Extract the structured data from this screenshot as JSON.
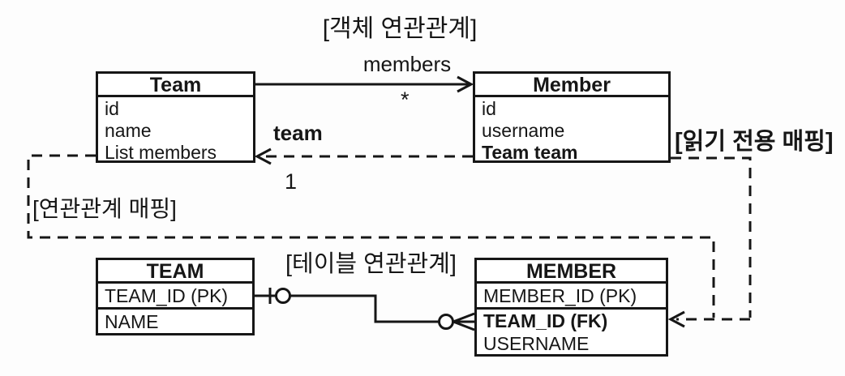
{
  "titles": {
    "object_diagram": "[객체 연관관계]",
    "table_diagram": "[테이블 연관관계]"
  },
  "annotations": {
    "association_mapping": "[연관관계 매핑]",
    "read_only_mapping": "[읽기 전용 매핑]"
  },
  "object_diagram": {
    "team_class": {
      "name": "Team",
      "fields": [
        "id",
        "name",
        "List members"
      ]
    },
    "member_class": {
      "name": "Member",
      "fields": [
        "id",
        "username",
        "Team team"
      ]
    },
    "members_association": {
      "label": "members",
      "multiplicity": "*"
    },
    "team_association": {
      "label": "team",
      "multiplicity": "1"
    }
  },
  "table_diagram": {
    "team_table": {
      "name": "TEAM",
      "columns": [
        "TEAM_ID (PK)",
        "NAME"
      ]
    },
    "member_table": {
      "name": "MEMBER",
      "columns": [
        "MEMBER_ID (PK)",
        "TEAM_ID (FK)",
        "USERNAME"
      ]
    }
  },
  "colors": {
    "line": "#161616",
    "background": "#fdfdfd",
    "box_fill": "#ffffff"
  }
}
